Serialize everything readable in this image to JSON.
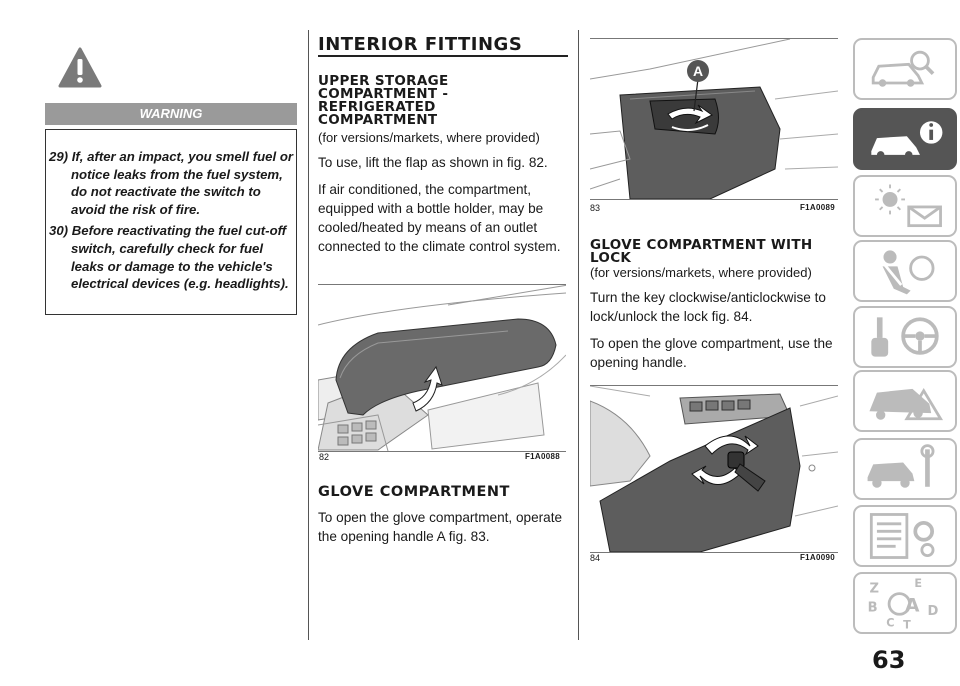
{
  "warning": {
    "title": "WARNING",
    "items": [
      "29) If, after an impact, you smell fuel or notice leaks from the fuel system, do not reactivate the switch to avoid the risk of fire.",
      "30) Before reactivating the fuel cut-off switch, carefully check for fuel leaks or damage to the vehicle's electrical devices (e.g. headlights)."
    ]
  },
  "section_title": "INTERIOR FITTINGS",
  "upper_storage": {
    "heading": "UPPER STORAGE COMPARTMENT - REFRIGERATED COMPARTMENT",
    "note": "(for versions/markets, where provided)",
    "p1": "To use, lift the flap as shown in fig. 82.",
    "p2": "If air conditioned, the compartment, equipped with a bottle holder, may be cooled/heated by means of an outlet connected to the climate control system."
  },
  "figures": {
    "f82": {
      "number": "82",
      "code": "F1A0088"
    },
    "f83": {
      "number": "83",
      "code": "F1A0089",
      "callout": "A"
    },
    "f84": {
      "number": "84",
      "code": "F1A0090"
    }
  },
  "glove": {
    "heading": "GLOVE COMPARTMENT",
    "p1": "To open the glove compartment, operate the opening handle A fig. 83."
  },
  "glove_lock": {
    "heading": "GLOVE COMPARTMENT WITH LOCK",
    "note": "(for versions/markets, where provided)",
    "p1": "Turn the key clockwise/anticlockwise to lock/unlock the lock fig. 84.",
    "p2": "To open the glove compartment, use the opening handle."
  },
  "side_tabs": [
    {
      "icon": "car-search-icon"
    },
    {
      "icon": "car-info-icon",
      "active": true
    },
    {
      "icon": "warning-lights-icon"
    },
    {
      "icon": "seatbelt-airbag-icon"
    },
    {
      "icon": "key-steering-icon"
    },
    {
      "icon": "car-emergency-icon"
    },
    {
      "icon": "car-maintenance-icon"
    },
    {
      "icon": "specs-gear-icon"
    },
    {
      "icon": "alphabetical-index-icon"
    }
  ],
  "page_number": "63"
}
